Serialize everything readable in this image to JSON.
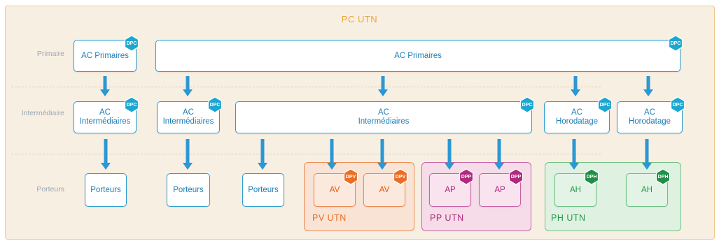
{
  "title": "PC UTN",
  "rows": {
    "primaire": "Primaire",
    "intermediaire": "Intermédiaire",
    "porteurs": "Porteurs"
  },
  "groups": {
    "pv": "PV UTN",
    "pp": "PP UTN",
    "ph": "PH UTN"
  },
  "colors": {
    "dpc": "#1ba7d1",
    "dpv": "#ea6d23",
    "dpp": "#b1287e",
    "dph": "#1f8f46"
  },
  "boxes": [
    {
      "id": "ac-primaires-1",
      "label": "AC Primaires",
      "type": "blue",
      "badge": "DPC"
    },
    {
      "id": "ac-primaires-2",
      "label": "AC Primaires",
      "type": "blue",
      "badge": "DPC"
    },
    {
      "id": "ac-intermediaires-1",
      "label": "AC\nIntermédiaires",
      "type": "blue",
      "badge": "DPC"
    },
    {
      "id": "ac-intermediaires-2",
      "label": "AC\nIntermédiaires",
      "type": "blue",
      "badge": "DPC"
    },
    {
      "id": "ac-intermediaires-3",
      "label": "AC\nIntermédiaires",
      "type": "blue",
      "badge": "DPC"
    },
    {
      "id": "ac-horodatage-1",
      "label": "AC\nHorodatage",
      "type": "blue",
      "badge": "DPC"
    },
    {
      "id": "ac-horodatage-2",
      "label": "AC\nHorodatage",
      "type": "blue",
      "badge": "DPC"
    },
    {
      "id": "porteurs-1",
      "label": "Porteurs",
      "type": "blue",
      "badge": ""
    },
    {
      "id": "porteurs-2",
      "label": "Porteurs",
      "type": "blue",
      "badge": ""
    },
    {
      "id": "porteurs-3",
      "label": "Porteurs",
      "type": "blue",
      "badge": ""
    },
    {
      "id": "av-1",
      "label": "AV",
      "type": "v",
      "badge": "DPV"
    },
    {
      "id": "av-2",
      "label": "AV",
      "type": "v",
      "badge": "DPV"
    },
    {
      "id": "ap-1",
      "label": "AP",
      "type": "p",
      "badge": "DPP"
    },
    {
      "id": "ap-2",
      "label": "AP",
      "type": "p",
      "badge": "DPP"
    },
    {
      "id": "ah-1",
      "label": "AH",
      "type": "h",
      "badge": "DPH"
    },
    {
      "id": "ah-2",
      "label": "AH",
      "type": "h",
      "badge": "DPH"
    }
  ]
}
